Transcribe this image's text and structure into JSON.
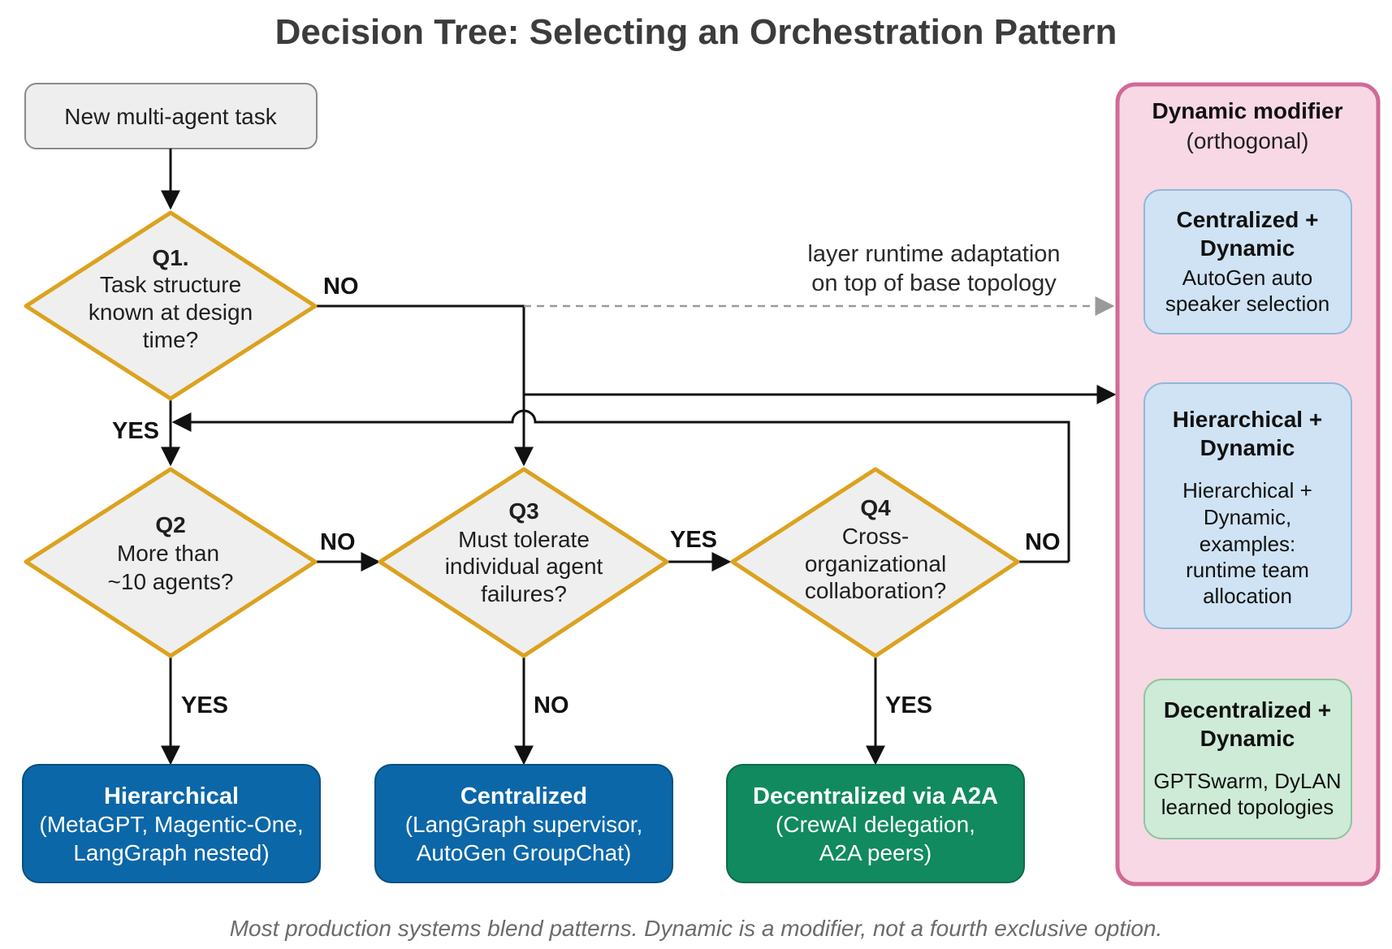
{
  "title": "Decision Tree: Selecting an Orchestration Pattern",
  "start": "New multi-agent task",
  "questions": {
    "q1": {
      "id": "Q1.",
      "lines": [
        "Task structure",
        "known at design",
        "time?"
      ]
    },
    "q2": {
      "id": "Q2",
      "lines": [
        "More than",
        "~10 agents?"
      ]
    },
    "q3": {
      "id": "Q3",
      "lines": [
        "Must tolerate",
        "individual agent",
        "failures?"
      ]
    },
    "q4": {
      "id": "Q4",
      "lines": [
        "Cross-",
        "organizational",
        "collaboration?"
      ]
    }
  },
  "edges": {
    "q1_no": "NO",
    "q1_yes": "YES",
    "q2_no": "NO",
    "q2_yes": "YES",
    "q3_yes": "YES",
    "q3_no": "NO",
    "q4_no": "NO",
    "q4_yes": "YES"
  },
  "outcomes": {
    "hierarchical": {
      "title": "Hierarchical",
      "lines": [
        "(MetaGPT, Magentic-One,",
        "LangGraph nested)"
      ],
      "color": "#0b67a8"
    },
    "centralized": {
      "title": "Centralized",
      "lines": [
        "(LangGraph supervisor,",
        "AutoGen GroupChat)"
      ],
      "color": "#0b67a8"
    },
    "decentralized": {
      "title": "Decentralized via A2A",
      "lines": [
        "(CrewAI delegation,",
        "A2A peers)"
      ],
      "color": "#108a5e"
    }
  },
  "runtime_note": [
    "layer runtime adaptation",
    "on top of base topology"
  ],
  "modifier": {
    "title": "Dynamic modifier",
    "subtitle": "(orthogonal)",
    "cards": {
      "centralized": {
        "title_lines": [
          "Centralized +",
          "Dynamic"
        ],
        "body_lines": [
          "AutoGen auto",
          "speaker selection"
        ]
      },
      "hierarchical": {
        "title_lines": [
          "Hierarchical +",
          "Dynamic"
        ],
        "body_lines": [
          "Hierarchical +",
          "Dynamic,",
          "examples:",
          "runtime team",
          "allocation"
        ]
      },
      "decentralized": {
        "title_lines": [
          "Decentralized +",
          "Dynamic"
        ],
        "body_lines": [
          "GPTSwarm, DyLAN",
          "learned topologies"
        ]
      }
    }
  },
  "footnote": "Most production systems blend patterns. Dynamic is a modifier, not a fourth exclusive option.",
  "colors": {
    "diamond_fill": "#efefef",
    "diamond_stroke": "#dca21f",
    "panel_fill": "#f8d8e4",
    "panel_stroke": "#d16a97",
    "card_blue": "#cfe3f4",
    "card_green": "#cdebd6"
  }
}
